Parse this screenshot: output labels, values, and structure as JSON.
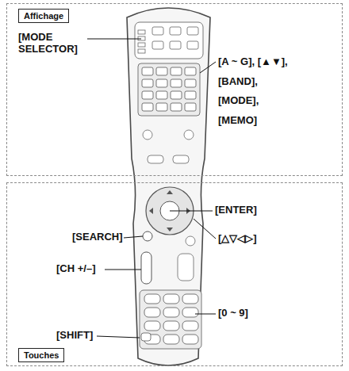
{
  "diagram": {
    "nodes": [
      {
        "text": [
          "Affichage"
        ]
      },
      {
        "text": [
          "Touches"
        ]
      }
    ],
    "labels": [
      "[MODE SELECTOR]",
      "[A ~ G], [▲▼], [BAND], [MODE], [MEMO]",
      "[ENTER]",
      "[△▽◁▷]",
      "[SEARCH]",
      "[CH +/–]",
      "[0 ~ 9]",
      "[SHIFT]"
    ]
  }
}
